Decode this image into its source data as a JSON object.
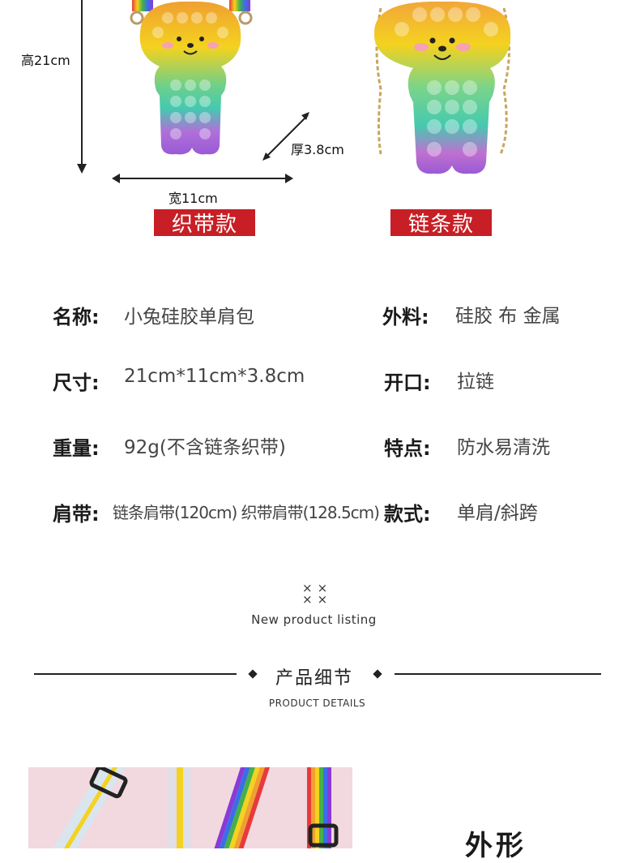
{
  "dimensions": {
    "height": "高21cm",
    "width": "宽11cm",
    "thickness": "厚3.8cm"
  },
  "variants": [
    {
      "label": "织带款"
    },
    {
      "label": "链条款"
    }
  ],
  "specs": [
    {
      "key": "名称:",
      "value": "小兔硅胶单肩包"
    },
    {
      "key": "外料:",
      "value": "硅胶 布 金属"
    },
    {
      "key": "尺寸:",
      "value": "21cm*11cm*3.8cm"
    },
    {
      "key": "开口:",
      "value": "拉链"
    },
    {
      "key": "重量:",
      "value": "92g(不含链条织带)"
    },
    {
      "key": "特点:",
      "value": "防水易清洗"
    },
    {
      "key": "肩带:",
      "value": "链条肩带(120cm) 织带肩带(128.5cm)"
    },
    {
      "key": "款式:",
      "value": "单肩/斜跨"
    }
  ],
  "new_listing": {
    "mark": "×× ××",
    "text": "New product listing"
  },
  "section": {
    "title": "产品细节",
    "subtitle": "PRODUCT DETAILS"
  },
  "detail": {
    "heading": "外形"
  },
  "colors": {
    "badge": "#c71f25",
    "rainbow": [
      "#f4d21f",
      "#f0a030",
      "#e85ea0",
      "#45c9b0",
      "#9a5ad6"
    ]
  }
}
